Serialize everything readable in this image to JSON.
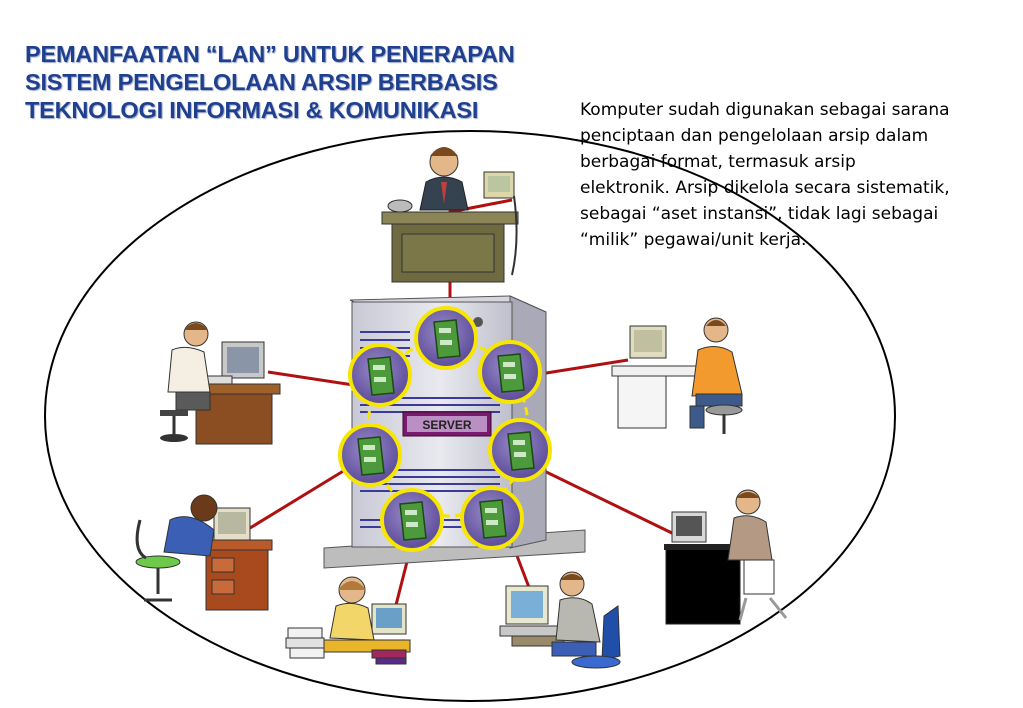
{
  "title_lines": [
    "PEMANFAATAN “LAN” UNTUK PENERAPAN",
    "SISTEM PENGELOLAAN ARSIP BERBASIS",
    "TEKNOLOGI INFORMASI & KOMUNIKASI"
  ],
  "body_lines": [
    "Komputer sudah digunakan sebagai sarana",
    "penciptaan dan pengelolaan arsip  dalam",
    "berbagai format, termasuk arsip",
    "elektronik. Arsip dikelola secara sistematik,",
    "sebagai “aset instansi”, tidak lagi sebagai",
    "“milik” pegawai/unit kerja."
  ],
  "server": {
    "label": "SERVER"
  },
  "colors": {
    "title": "#1f3f8f",
    "link_line": "#b01010",
    "server_badge": "#7a1a6e",
    "cabinet_ring": "#f6e600",
    "cabinet_fill": "#4c9a3c"
  }
}
